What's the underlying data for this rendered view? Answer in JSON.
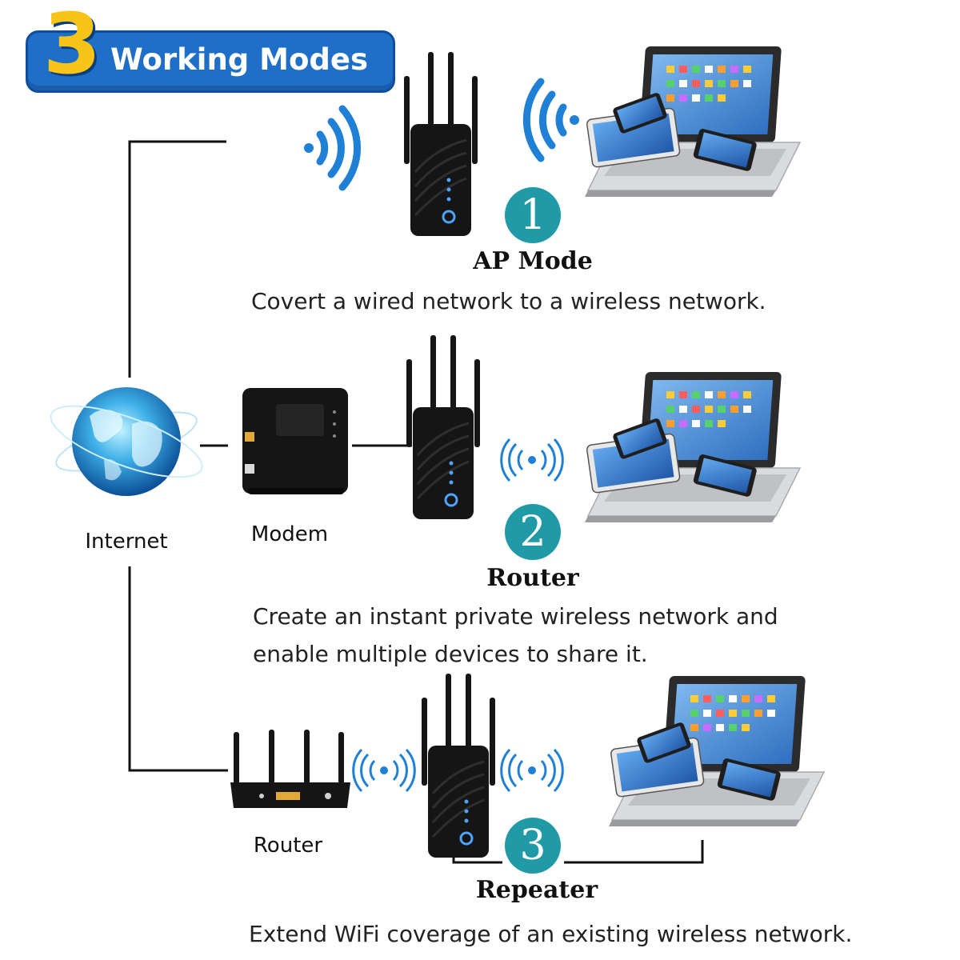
{
  "badge": {
    "number": "3",
    "text": "Working Modes"
  },
  "colors": {
    "badge_blue": "#1f6fc9",
    "badge_number": "#f7c417",
    "wifi_blue": "#1f80d6",
    "step_teal": "#1f9aa6",
    "device_black": "#151515"
  },
  "devices": {
    "internet": "Internet",
    "modem": "Modem",
    "router": "Router"
  },
  "modes": [
    {
      "number": "1",
      "title": "AP Mode",
      "description": [
        "Covert a wired network to a wireless network."
      ]
    },
    {
      "number": "2",
      "title": "Router",
      "description": [
        "Create an instant private wireless network and",
        "enable multiple devices to share it."
      ]
    },
    {
      "number": "3",
      "title": "Repeater",
      "description": [
        "Extend WiFi coverage of an existing wireless network."
      ]
    }
  ]
}
